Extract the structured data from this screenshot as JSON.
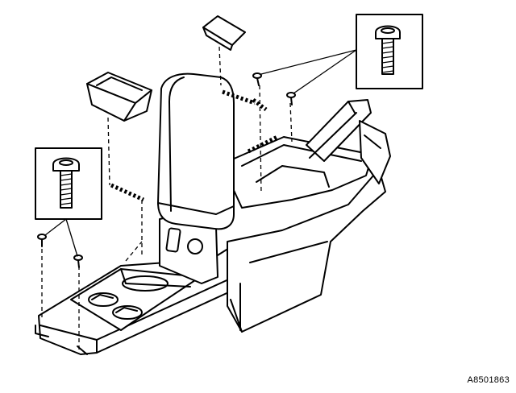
{
  "figure": {
    "reference_code": "A8501863"
  },
  "parts": [
    {
      "name": "screw-detail-top-right"
    },
    {
      "name": "screw-detail-left"
    },
    {
      "name": "armrest-lid"
    },
    {
      "name": "storage-tray"
    },
    {
      "name": "top-cover-clip"
    },
    {
      "name": "center-console"
    }
  ]
}
